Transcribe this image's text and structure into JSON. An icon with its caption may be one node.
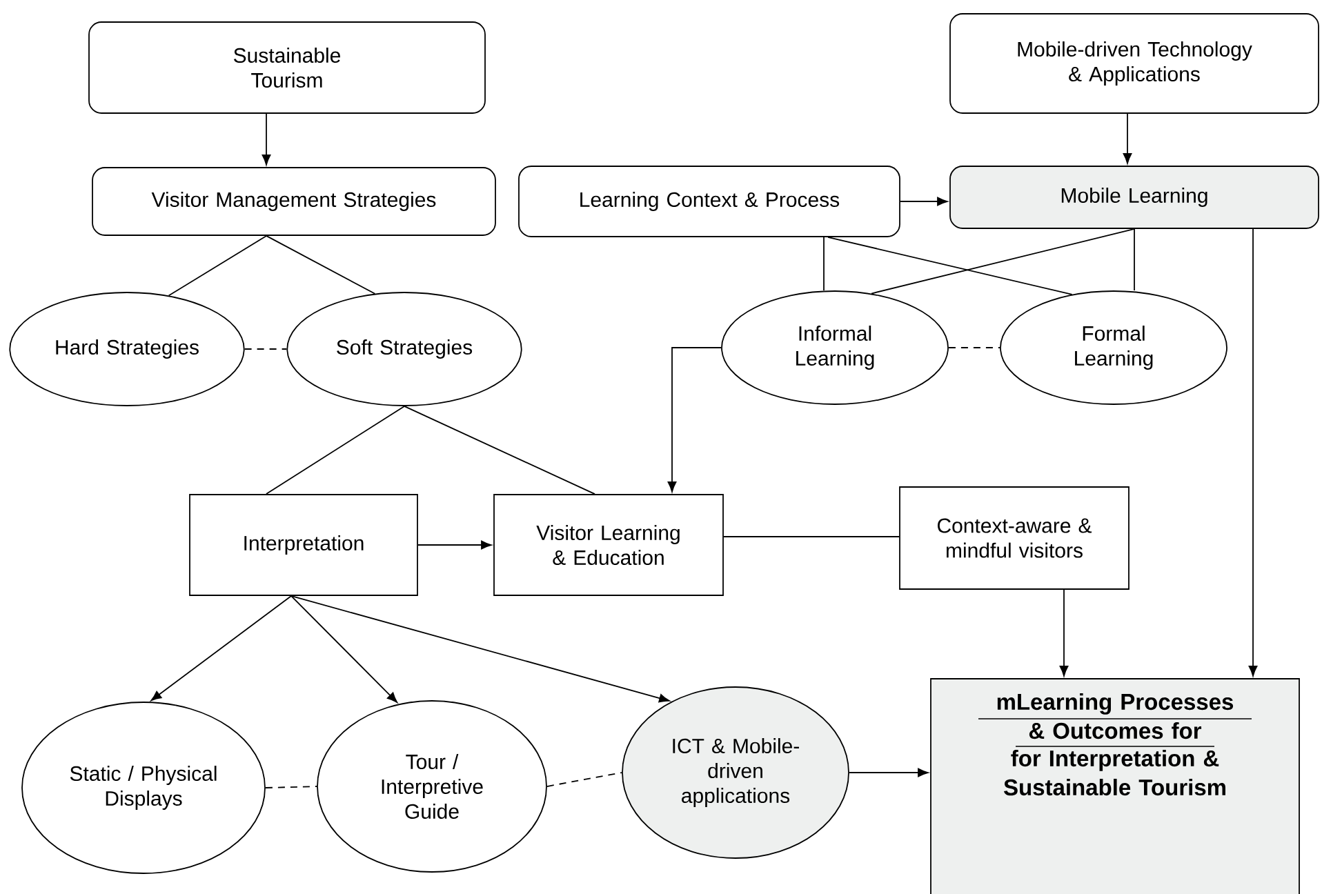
{
  "diagram": {
    "nodes": [
      {
        "text": [
          "Sustainable Tourism"
        ]
      },
      {
        "text": [
          "Mobile-driven Technology & Applications"
        ]
      },
      {
        "text": [
          "Visitor Management Strategies"
        ]
      },
      {
        "text": [
          "Learning Context & Process"
        ]
      },
      {
        "text": [
          "Mobile Learning"
        ]
      },
      {
        "text": [
          "Hard Strategies"
        ]
      },
      {
        "text": [
          "Soft Strategies"
        ]
      },
      {
        "text": [
          "Informal Learning"
        ]
      },
      {
        "text": [
          "Formal Learning"
        ]
      },
      {
        "text": [
          "Interpretation"
        ]
      },
      {
        "text": [
          "Visitor Learning & Education"
        ]
      },
      {
        "text": [
          "Context-aware & mindful visitors"
        ]
      },
      {
        "text": [
          "Static / Physical Displays"
        ]
      },
      {
        "text": [
          "Tour / Interpretive Guide"
        ]
      },
      {
        "text": [
          "ICT & Mobile-driven applications"
        ]
      },
      {
        "text": [
          "mLearning Processes & Outcomes for",
          "for Interpretation & Sustainable Tourism"
        ]
      }
    ],
    "edges": [
      {
        "from": 0,
        "to": 2,
        "arrow": "to"
      },
      {
        "from": 1,
        "to": 4,
        "arrow": "to"
      },
      {
        "from": 3,
        "to": 4,
        "arrow": "to"
      },
      {
        "from": 2,
        "to": 5,
        "arrow": "none"
      },
      {
        "from": 2,
        "to": 6,
        "arrow": "none"
      },
      {
        "from": 5,
        "to": 6,
        "arrow": "none",
        "style": "dashed"
      },
      {
        "from": 3,
        "to": 7,
        "arrow": "none"
      },
      {
        "from": 3,
        "to": 8,
        "arrow": "none"
      },
      {
        "from": 4,
        "to": 7,
        "arrow": "none"
      },
      {
        "from": 4,
        "to": 8,
        "arrow": "none"
      },
      {
        "from": 7,
        "to": 8,
        "arrow": "none",
        "style": "dashed"
      },
      {
        "from": 7,
        "to": 10,
        "arrow": "to"
      },
      {
        "from": 6,
        "to": 9,
        "arrow": "none"
      },
      {
        "from": 6,
        "to": 10,
        "arrow": "none"
      },
      {
        "from": 9,
        "to": 10,
        "arrow": "to"
      },
      {
        "from": 10,
        "to": 11,
        "arrow": "none"
      },
      {
        "from": 11,
        "to": 15,
        "arrow": "to"
      },
      {
        "from": 4,
        "to": 15,
        "arrow": "to"
      },
      {
        "from": 9,
        "to": 12,
        "arrow": "to"
      },
      {
        "from": 9,
        "to": 13,
        "arrow": "to"
      },
      {
        "from": 9,
        "to": 14,
        "arrow": "to"
      },
      {
        "from": 12,
        "to": 13,
        "arrow": "none",
        "style": "dashed"
      },
      {
        "from": 13,
        "to": 14,
        "arrow": "none",
        "style": "dashed"
      },
      {
        "from": 14,
        "to": 15,
        "arrow": "to"
      }
    ]
  }
}
